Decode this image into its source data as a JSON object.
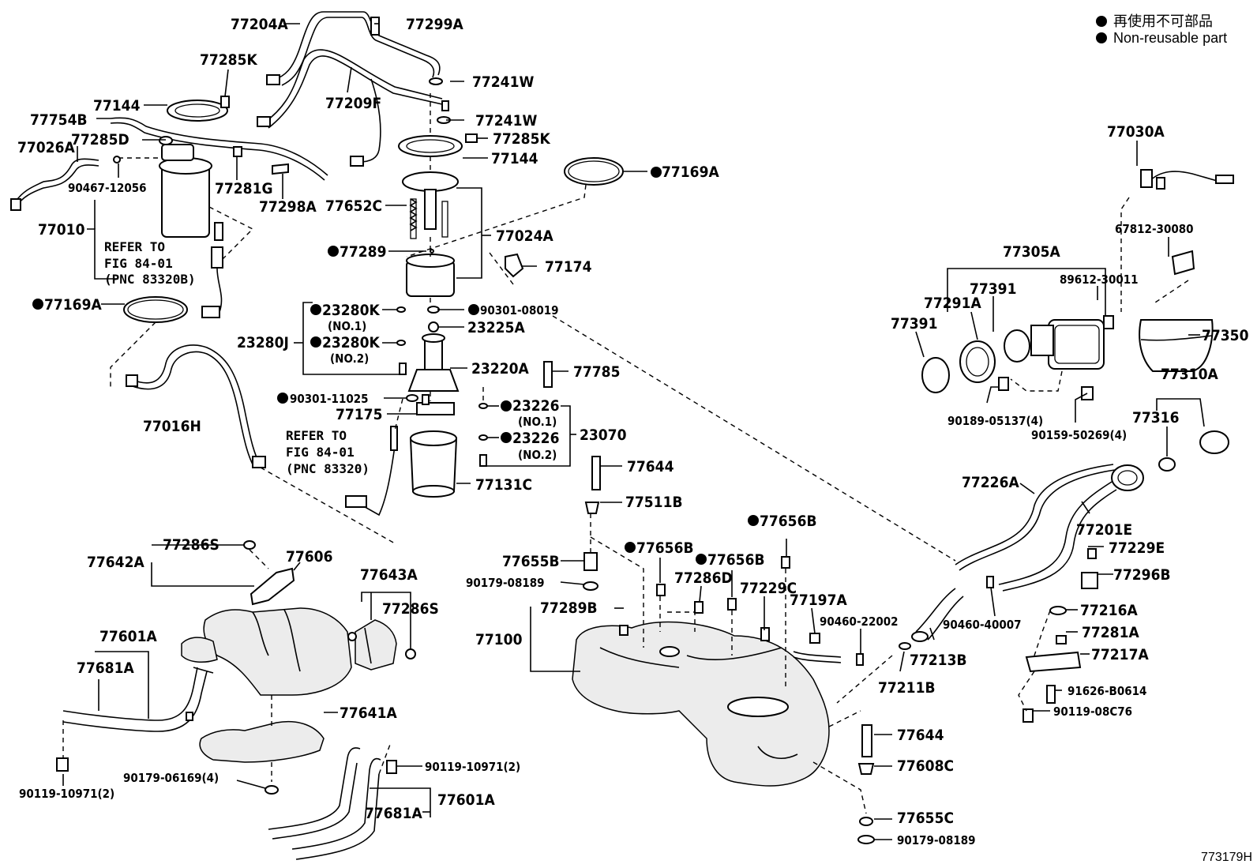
{
  "legend": {
    "jp": "再使用不可部品",
    "en": "Non-reusable part"
  },
  "figure_id": "773179H",
  "refer_notes": [
    [
      "REFER TO",
      "FIG 84-01",
      "(PNC 83320B)"
    ],
    [
      "REFER TO",
      "FIG 84-01",
      "(PNC 83320)"
    ]
  ],
  "labels": {
    "p77204A": "77204A",
    "p77299A": "77299A",
    "p77285K_a": "77285K",
    "p77241W_a": "77241W",
    "p77144_a": "77144",
    "p77209F": "77209F",
    "p77754B": "77754B",
    "p77241W_b": "77241W",
    "p77285D": "77285D",
    "p77285K_b": "77285K",
    "p77026A": "77026A",
    "p77144_b": "77144",
    "p90467": "90467-12056",
    "p77281G": "77281G",
    "p77298A": "77298A",
    "p77169A_a": "77169A",
    "p77652C": "77652C",
    "p77010": "77010",
    "p77024A": "77024A",
    "p77289": "77289",
    "p77174": "77174",
    "p77169A_b": "77169A",
    "p23280K_1": "23280K",
    "p_no1_a": "(NO.1)",
    "p90301_08019": "90301-08019",
    "p23225A": "23225A",
    "p23280J": "23280J",
    "p23280K_2": "23280K",
    "p_no2_a": "(NO.2)",
    "p23220A": "23220A",
    "p77785": "77785",
    "p77016H": "77016H",
    "p90301_11025": "90301-11025",
    "p77175": "77175",
    "p23226_1": "23226",
    "p_no1_b": "(NO.1)",
    "p23226_2": "23226",
    "p_no2_b": "(NO.2)",
    "p23070": "23070",
    "p77644_a": "77644",
    "p77131C": "77131C",
    "p77511B": "77511B",
    "p77030A": "77030A",
    "p67812": "67812-30080",
    "p77305A": "77305A",
    "p89612": "89612-30011",
    "p77391_a": "77391",
    "p77291A": "77291A",
    "p77391_b": "77391",
    "p77350": "77350",
    "p77310A": "77310A",
    "p77316": "77316",
    "p90189": "90189-05137(4)",
    "p90159": "90159-50269(4)",
    "p77226A": "77226A",
    "p77201E": "77201E",
    "p77229E": "77229E",
    "p77296B": "77296B",
    "p77216A": "77216A",
    "p90460_40007": "90460-40007",
    "p77281A": "77281A",
    "p77217A": "77217A",
    "p91626": "91626-B0614",
    "p90119_08C76": "90119-08C76",
    "p77656B_a": "77656B",
    "p77656B_b": "77656B",
    "p77656B_c": "77656B",
    "p77286D": "77286D",
    "p77229C": "77229C",
    "p77197A": "77197A",
    "p90460_22002": "90460-22002",
    "p77213B": "77213B",
    "p77211B": "77211B",
    "p77655B": "77655B",
    "p90179_08189_a": "90179-08189",
    "p77289B": "77289B",
    "p77100": "77100",
    "p77644_b": "77644",
    "p77608C": "77608C",
    "p77655C": "77655C",
    "p90179_08189_b": "90179-08189",
    "p77642A": "77642A",
    "p77286S_a": "77286S",
    "p77606": "77606",
    "p77643A": "77643A",
    "p77286S_b": "77286S",
    "p77601A_a": "77601A",
    "p77681A_a": "77681A",
    "p77641A": "77641A",
    "p90119_10971_a": "90119-10971(2)",
    "p90179_06169": "90179-06169(4)",
    "p90119_10971_b": "90119-10971(2)",
    "p77681A_b": "77681A",
    "p77601A_b": "77601A"
  },
  "non_reusable_marked": [
    "p77169A_a",
    "p77289",
    "p77169A_b",
    "p23280K_1",
    "p90301_08019",
    "p23280K_2",
    "p90301_11025",
    "p23226_1",
    "p23226_2",
    "p77656B_a",
    "p77656B_b",
    "p77656B_c"
  ]
}
